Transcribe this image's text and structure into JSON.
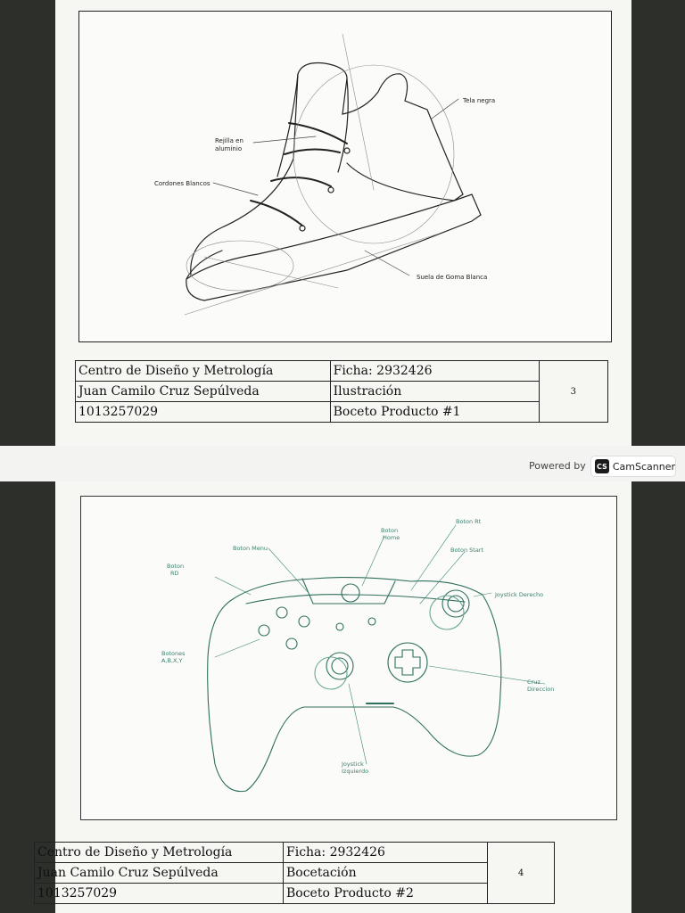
{
  "watermark": {
    "powered_by": "Powered by",
    "brand_icon": "CS",
    "brand_name": "CamScanner"
  },
  "sheet1": {
    "callouts": {
      "tela": "Tela negra",
      "rejilla_1": "Rejilla en",
      "rejilla_2": "aluminio",
      "cordones": "Cordones Blancos",
      "suela": "Suela de Goma Blanca"
    },
    "title_block": {
      "org": "Centro de Diseño  y  Metrología",
      "author": "Juan Camilo  Cruz  Sepúlveda",
      "id": "1013257029",
      "ficha": "Ficha: 2932426",
      "type": "Ilustración",
      "name": "Boceto  Producto #1",
      "page": "3"
    }
  },
  "sheet2": {
    "callouts": {
      "boton_rt": "Boton Rt",
      "boton_home_1": "Boton",
      "boton_home_2": "Home",
      "boton_start": "Boton Start",
      "boton_menu": "Boton Menu",
      "boton_rd_1": "Boton",
      "boton_rd_2": "RD",
      "joystick_der": "Joystick Derecho",
      "botones_1": "Botones",
      "botones_2": "A,B,X,Y",
      "cruz_1": "Cruz",
      "cruz_2": "Direccion",
      "joystick_izq_1": "Joystick",
      "joystick_izq_2": "Izquierdo"
    },
    "title_block": {
      "org": "Centro de Diseño y Metrología",
      "author": "Juan Camilo Cruz Sepúlveda",
      "id": "1013257029",
      "ficha": "Ficha: 2932426",
      "type": "Bocetación",
      "name": "Boceto Producto #2",
      "page": "4"
    }
  }
}
